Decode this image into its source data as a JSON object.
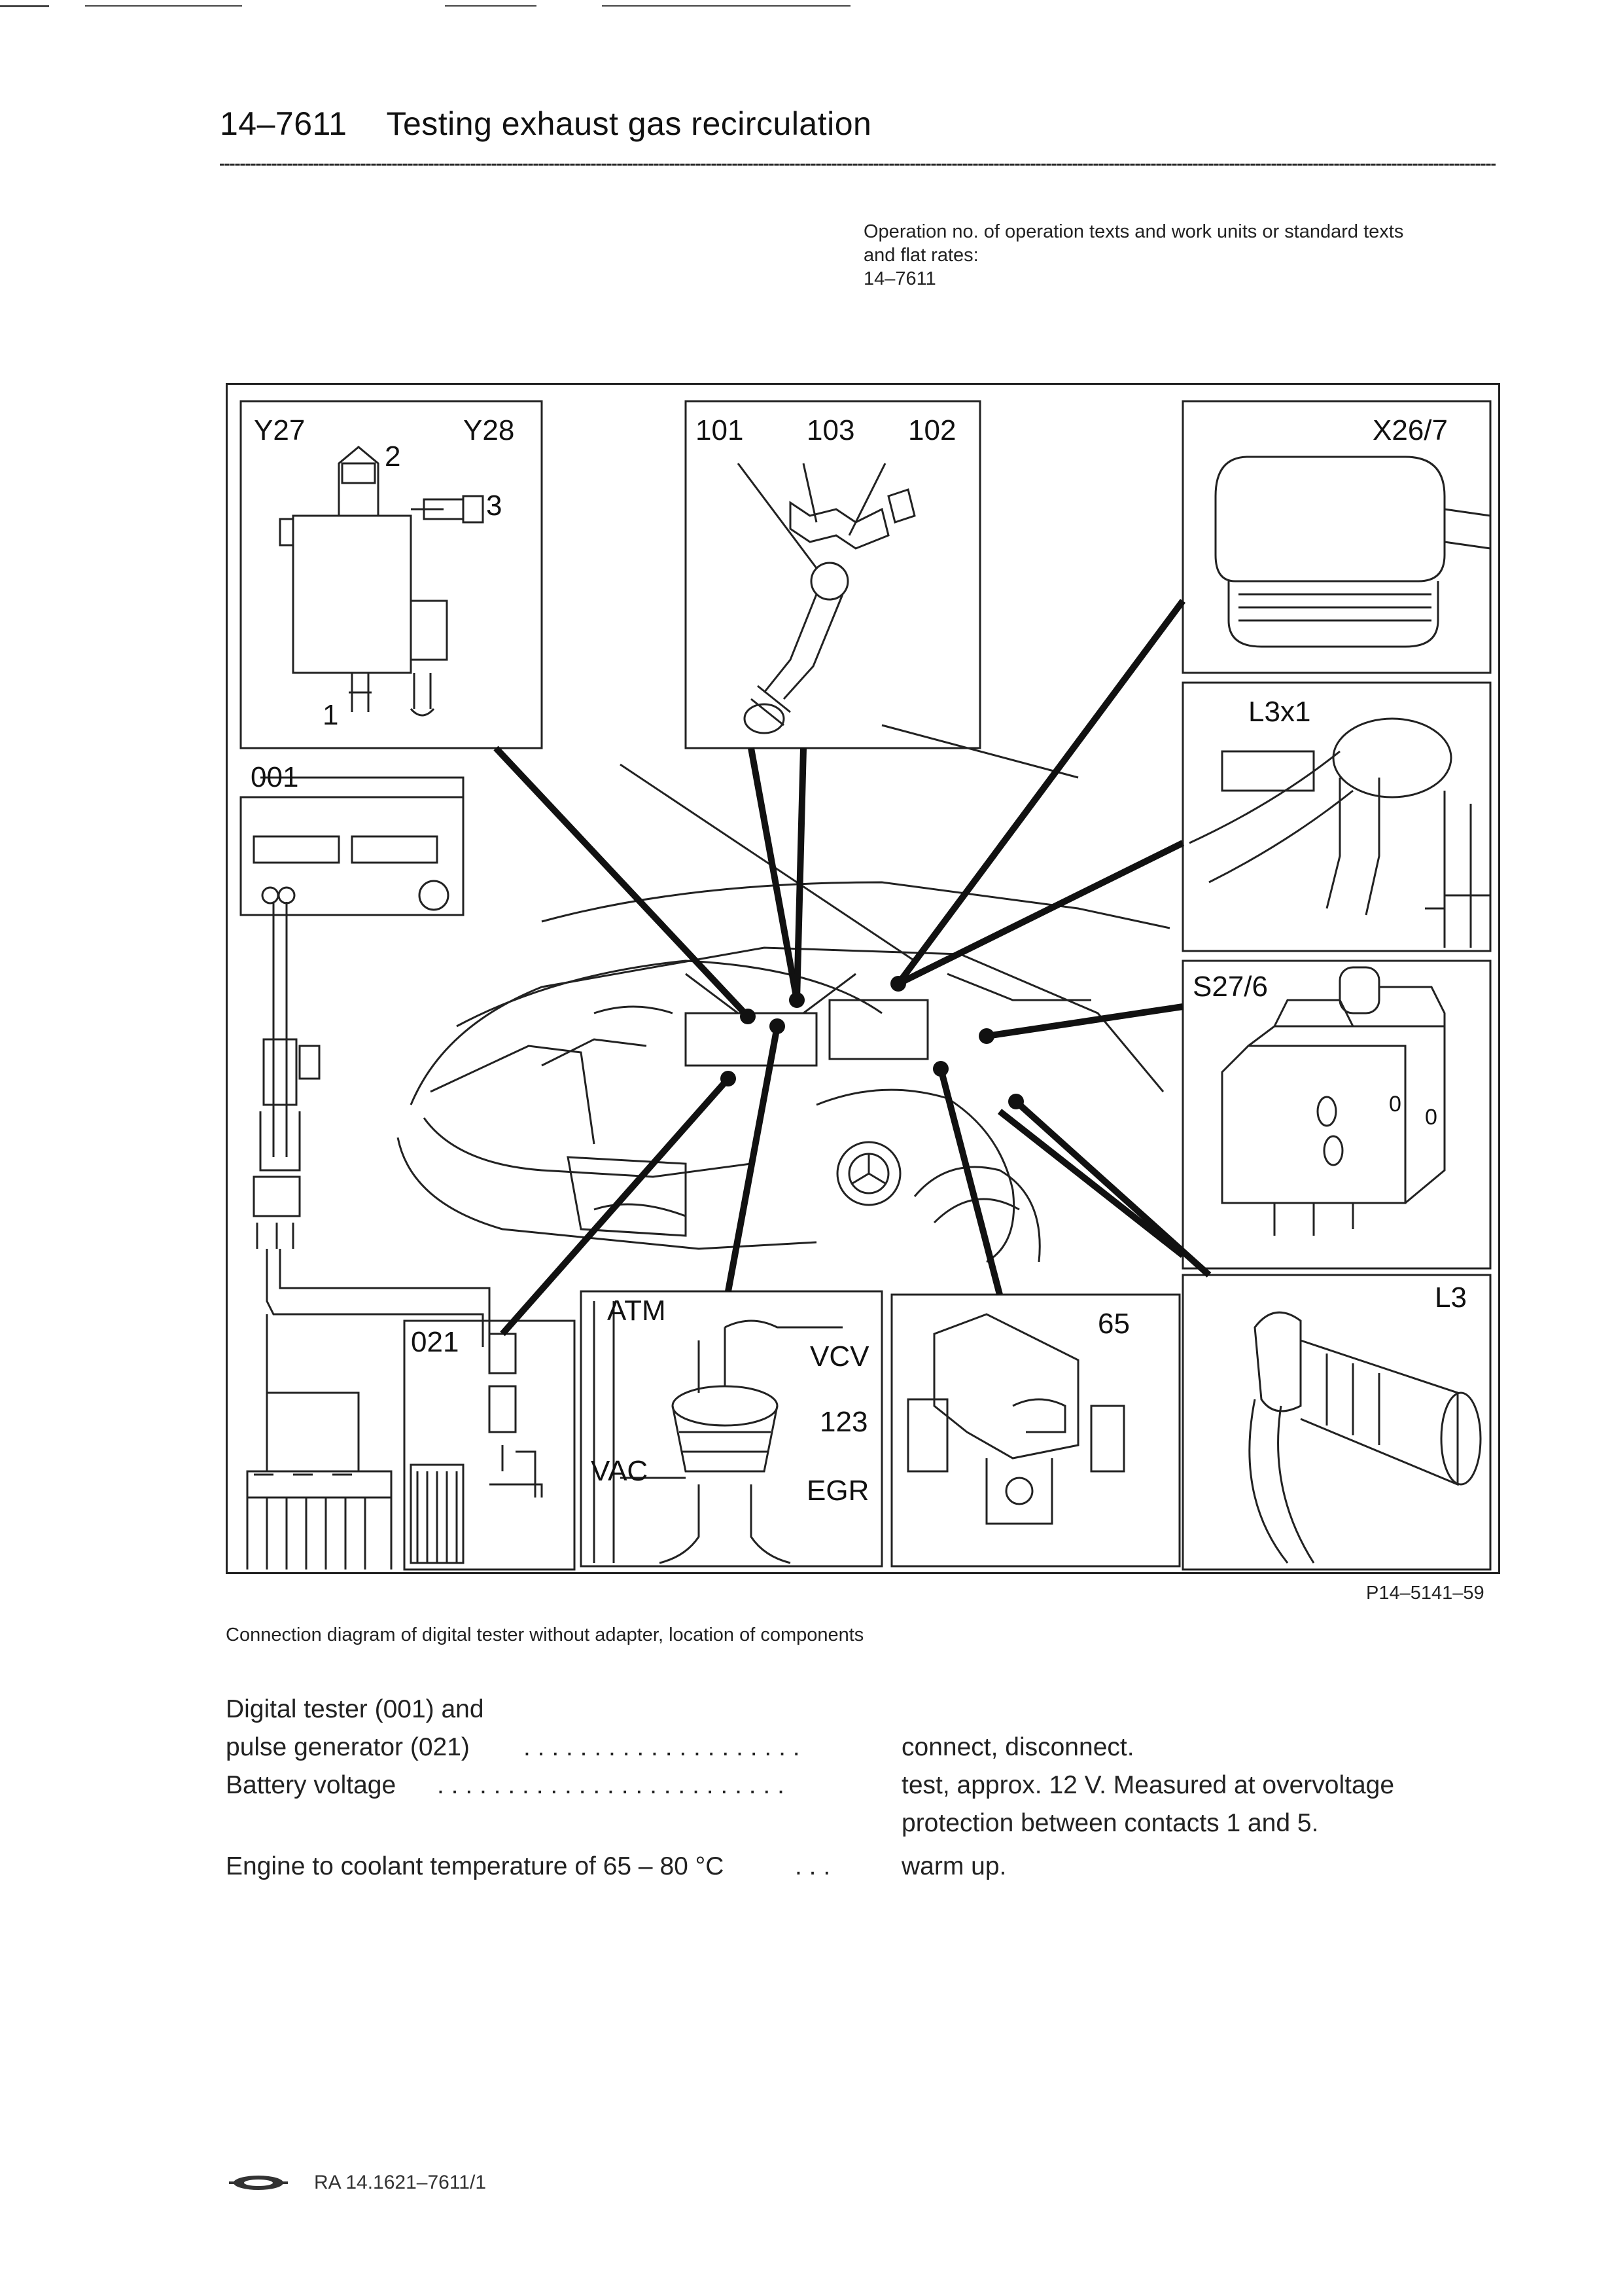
{
  "header": {
    "operation_no": "14–7611",
    "title": "Testing exhaust gas recirculation"
  },
  "op_info": {
    "line1": "Operation no. of operation texts and work units or standard texts",
    "line2": "and flat rates:",
    "line3": "14–7611"
  },
  "figure": {
    "labels": {
      "y27": "Y27",
      "y28": "Y28",
      "n2": "2",
      "n3": "3",
      "n1": "1",
      "l101": "101",
      "l103": "103",
      "l102": "102",
      "x26_7": "X26/7",
      "l3x1": "L3x1",
      "s27_6": "S27/6",
      "l3": "L3",
      "l001": "001",
      "l021": "021",
      "atm": "ATM",
      "vcv": "VCV",
      "l123": "123",
      "vac": "VAC",
      "egr": "EGR",
      "l65": "65",
      "s27_o1": "0",
      "s27_o2": "0"
    },
    "code": "P14–5141–59",
    "caption": "Connection diagram of digital tester without adapter, location of components"
  },
  "specs": {
    "row1_left_a": "Digital tester (001) and",
    "row1_left_b": "pulse generator (021)",
    "row1_dots": ". . . . . . . . . . . . . . . . . . . .",
    "row1_right": "connect, disconnect.",
    "row2_left": "Battery voltage",
    "row2_dots": ". . . . . . . . . . . . . . . . . . . . . . . . .",
    "row2_right_a": "test, approx. 12 V. Measured at overvoltage",
    "row2_right_b": "protection between contacts 1 and 5.",
    "row3_left": "Engine to coolant temperature of 65 – 80 °C",
    "row3_dots": ". . .",
    "row3_right": "warm up."
  },
  "footer": {
    "doc_ref": "RA 14.1621–7611/1",
    "logo_icon": "publisher-logo-icon"
  }
}
